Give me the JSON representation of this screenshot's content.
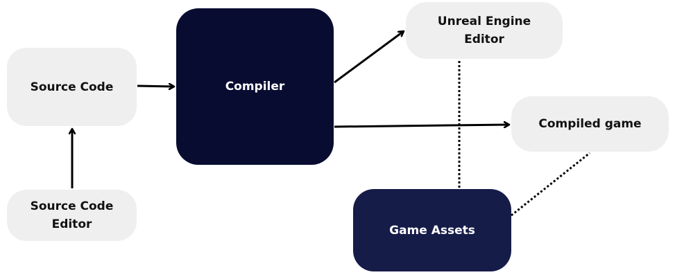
{
  "nodes": {
    "source_code": {
      "label": "Source Code"
    },
    "source_code_editor": {
      "label_line1": "Source Code",
      "label_line2": "Editor"
    },
    "compiler": {
      "label": "Compiler"
    },
    "unreal_editor": {
      "label_line1": "Unreal Engine",
      "label_line2": "Editor"
    },
    "compiled_game": {
      "label": "Compiled game"
    },
    "game_assets": {
      "label": "Game Assets"
    }
  },
  "connections": [
    {
      "from": "Source Code Editor",
      "to": "Source Code",
      "style": "solid-arrow"
    },
    {
      "from": "Source Code",
      "to": "Compiler",
      "style": "solid-arrow"
    },
    {
      "from": "Compiler",
      "to": "Unreal Engine Editor",
      "style": "solid-arrow"
    },
    {
      "from": "Compiler",
      "to": "Compiled game",
      "style": "solid-arrow"
    },
    {
      "from": "Game Assets",
      "to": "Unreal Engine Editor",
      "style": "dotted"
    },
    {
      "from": "Game Assets",
      "to": "Compiled game",
      "style": "dotted"
    }
  ],
  "colors": {
    "light_node": "#efefef",
    "compiler_node": "#080c31",
    "game_assets_node": "#161c48",
    "line": "#000000"
  }
}
